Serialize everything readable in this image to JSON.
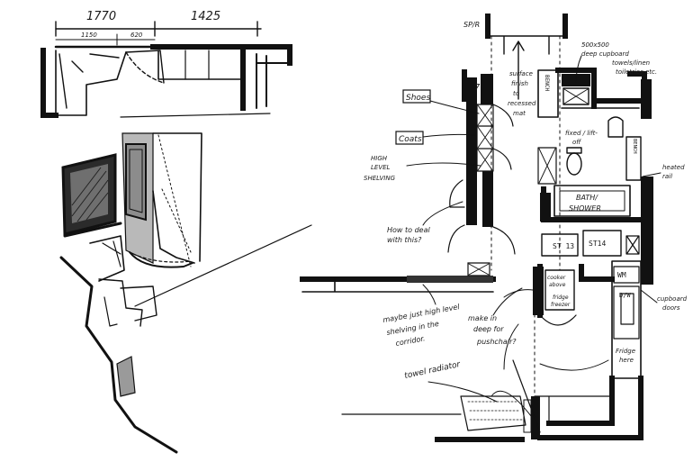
{
  "dimensions": {
    "left_span": "1770",
    "right_span": "1425",
    "sub_a": "1150",
    "sub_b": "620"
  },
  "notes": {
    "shoes": "Shoes",
    "coats": "Coats",
    "high_level_1": "HIGH",
    "high_level_2": "LEVEL",
    "high_level_3": "SHELVING",
    "how_to_1": "How to deal",
    "how_to_2": "with this?",
    "maybe_1": "maybe just high level",
    "maybe_2": "shelving in the",
    "maybe_3": "corridor.",
    "make_1": "make in",
    "make_2": "deep for",
    "make_3": "pushchair?",
    "towel": "towel radiator",
    "cupboard_1": "500x500",
    "cupboard_2": "deep cupboard",
    "cupboard_3": "towels/linen",
    "cupboard_4": "toiletries etc.",
    "bench": "BENCH",
    "bench2": "BENCH",
    "bath_1": "BATH/",
    "bath_2": "SHOWER",
    "surface_1": "surface",
    "surface_2": "finish",
    "surface_3": "to",
    "surface_4": "recessed",
    "surface_5": "mat",
    "fixed_1": "fixed / lift-",
    "fixed_2": "off",
    "heated_1": "heated",
    "heated_2": "rail",
    "st13": "ST 13",
    "st14": "ST14",
    "wm": "WM",
    "dw": "D/W",
    "cupboard_door_1": "cupboard",
    "cupboard_door_2": "doors",
    "fridge_1": "Fridge",
    "fridge_2": "here",
    "cooker_1": "cooker",
    "cooker_2": "above",
    "fridge_fr_1": "fridge",
    "fridge_fr_2": "freezer",
    "room7": "7",
    "top_label": "SP/R"
  }
}
